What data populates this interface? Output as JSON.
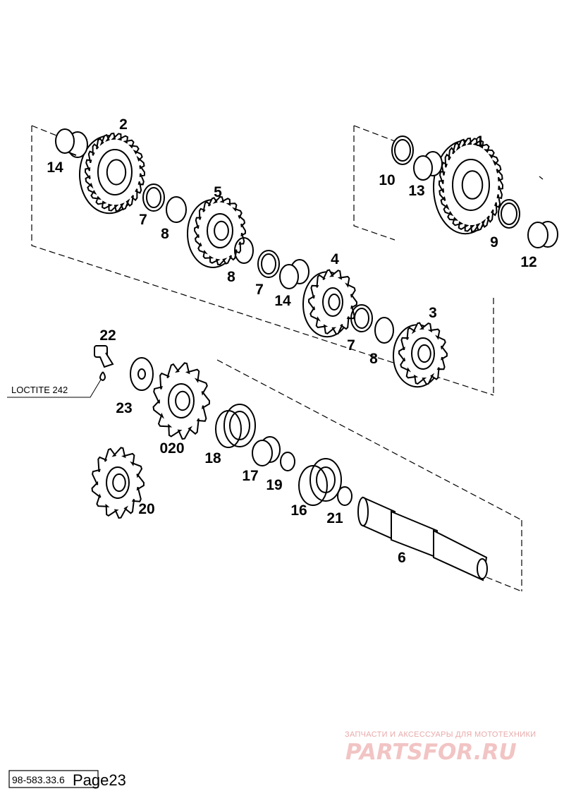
{
  "labels": {
    "p1": "1",
    "p2": "2",
    "p3": "3",
    "p4": "4",
    "p5": "5",
    "p6": "6",
    "p7a": "7",
    "p7b": "7",
    "p7c": "7",
    "p8a": "8",
    "p8b": "8",
    "p8c": "8",
    "p9": "9",
    "p10": "10",
    "p12": "12",
    "p13": "13",
    "p14a": "14",
    "p14b": "14",
    "p16": "16",
    "p17": "17",
    "p18": "18",
    "p19": "19",
    "p20": "20",
    "p020": "020",
    "p21": "21",
    "p22": "22",
    "p23": "23"
  },
  "loctite": "LOCTITE 242",
  "watermark": {
    "line1": "ЗАПЧАСТИ И АКСЕССУАРЫ ДЛЯ МОТОТЕХНИКИ",
    "line2": "PARTSFOR.RU"
  },
  "footer": {
    "code": "98-583.33.6",
    "page": "Page23"
  }
}
